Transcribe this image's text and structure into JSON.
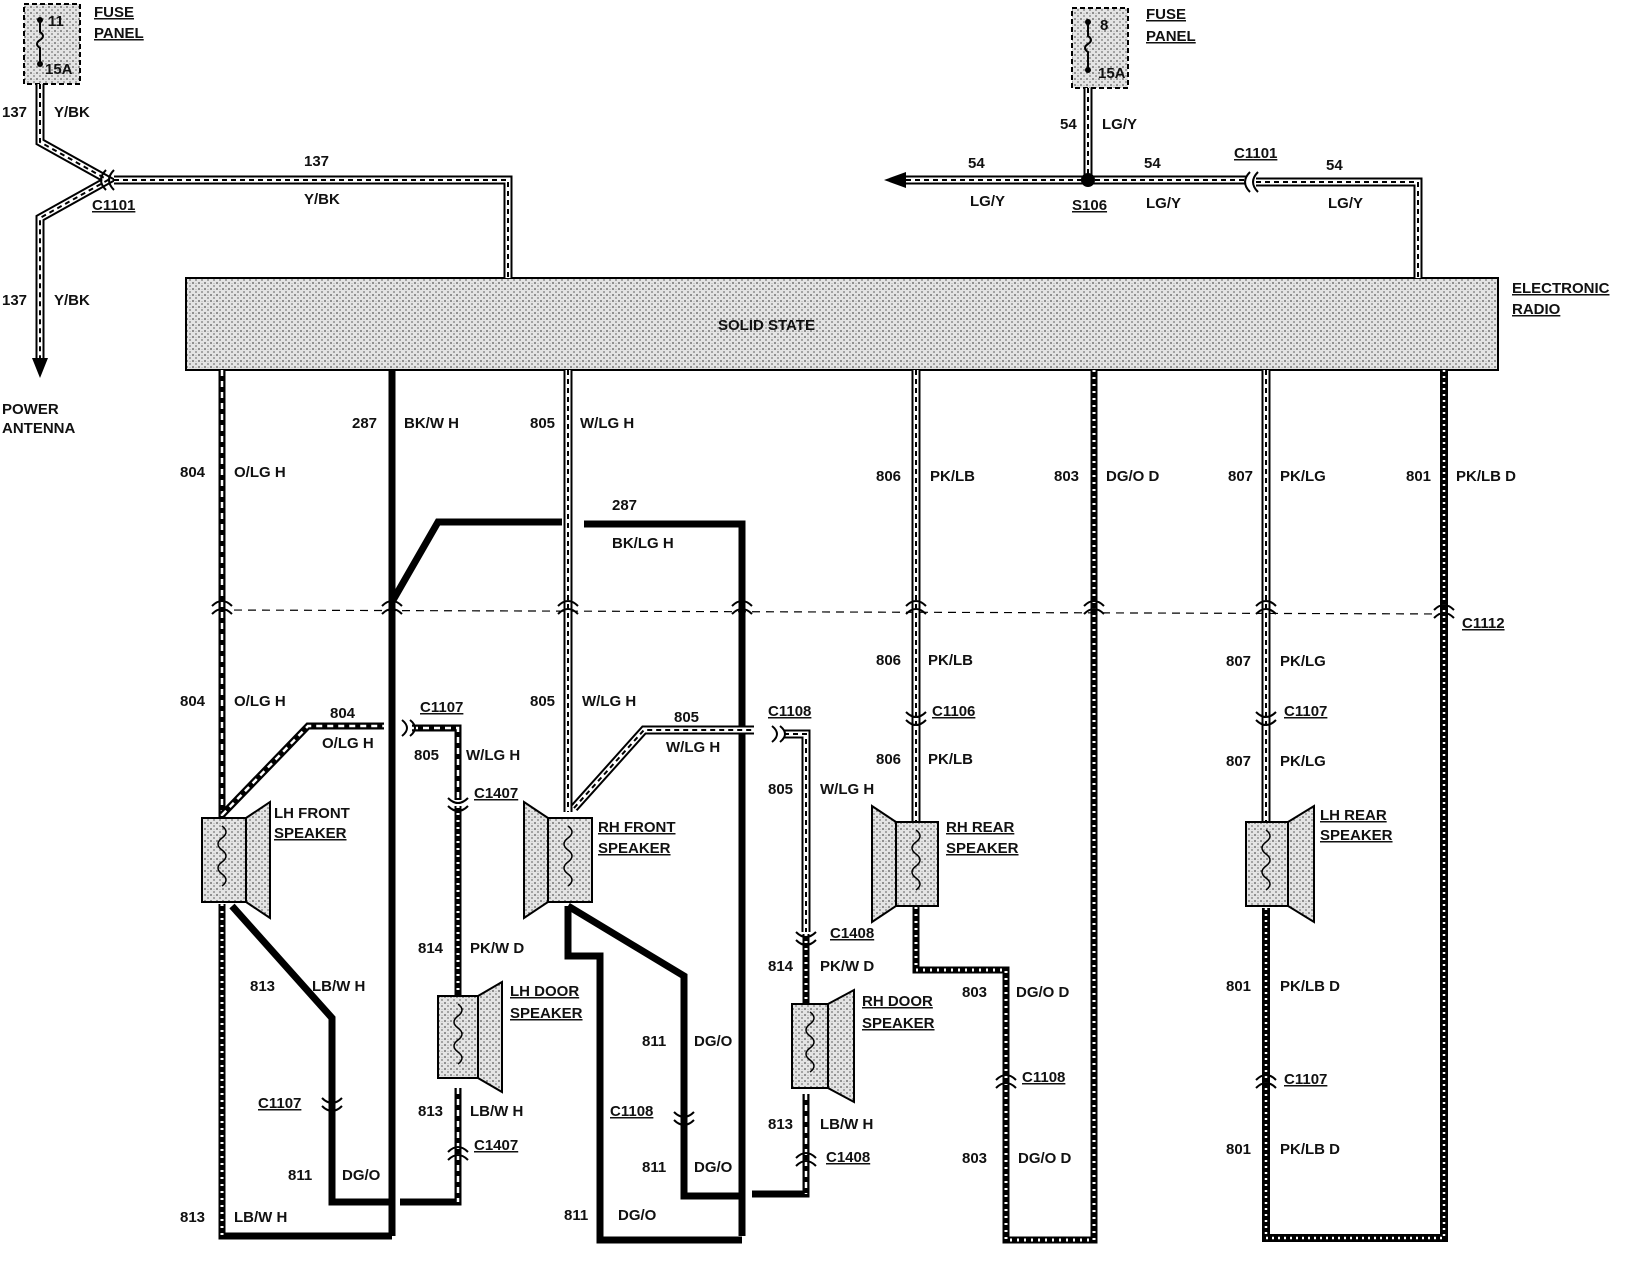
{
  "fuse_left": {
    "title_line1": "FUSE",
    "title_line2": "PANEL",
    "number": "11",
    "rating": "15A"
  },
  "fuse_right": {
    "title_line1": "FUSE",
    "title_line2": "PANEL",
    "number": "8",
    "rating": "15A"
  },
  "radio": {
    "center_label": "SOLID STATE",
    "name_line1": "ELECTRONIC",
    "name_line2": "RADIO"
  },
  "antenna": {
    "line1": "POWER",
    "line2": "ANTENNA"
  },
  "splice": {
    "label": "S106"
  },
  "speakers": {
    "lh_front": {
      "line1": "LH FRONT",
      "line2": "SPEAKER"
    },
    "rh_front": {
      "line1": "RH FRONT",
      "line2": "SPEAKER"
    },
    "rh_rear": {
      "line1": "RH REAR",
      "line2": "SPEAKER"
    },
    "lh_rear": {
      "line1": "LH REAR",
      "line2": "SPEAKER"
    },
    "lh_door": {
      "line1": "LH DOOR",
      "line2": "SPEAKER"
    },
    "rh_door": {
      "line1": "RH DOOR",
      "line2": "SPEAKER"
    }
  },
  "connectors": {
    "c1101_left": "C1101",
    "c1101_right": "C1101",
    "c1112": "C1112",
    "c1107_a": "C1107",
    "c1107_b": "C1107",
    "c1107_c": "C1107",
    "c1107_d": "C1107",
    "c1106": "C1106",
    "c1108_a": "C1108",
    "c1108_b": "C1108",
    "c1108_c": "C1108",
    "c1407_a": "C1407",
    "c1407_b": "C1407",
    "c1408_a": "C1408",
    "c1408_b": "C1408"
  },
  "wires": {
    "w137_top_num": "137",
    "w137_top_col": "Y/BK",
    "w137_mid_num": "137",
    "w137_mid_col": "Y/BK",
    "w137_bot_num": "137",
    "w137_bot_col": "Y/BK",
    "w54_top_num": "54",
    "w54_top_col": "LG/Y",
    "w54_left_num": "54",
    "w54_left_col": "LG/Y",
    "w54_mid_num": "54",
    "w54_mid_col": "LG/Y",
    "w54_right_num": "54",
    "w54_right_col": "LG/Y",
    "w804_a_num": "804",
    "w804_a_col": "O/LG H",
    "w804_b_num": "804",
    "w804_b_col": "O/LG H",
    "w804_c_num": "804",
    "w804_c_col": "O/LG H",
    "w287_a_num": "287",
    "w287_a_col": "BK/W H",
    "w287_b_num": "287",
    "w287_b_col": "BK/LG H",
    "w805_a_num": "805",
    "w805_a_col": "W/LG H",
    "w805_b_num": "805",
    "w805_b_col": "W/LG H",
    "w805_c_num": "805",
    "w805_c_col": "W/LG H",
    "w805_d_num": "805",
    "w805_d_col": "W/LG H",
    "w805_e_num": "805",
    "w805_e_col": "W/LG H",
    "w806_a_num": "806",
    "w806_a_col": "PK/LB",
    "w806_b_num": "806",
    "w806_b_col": "PK/LB",
    "w806_c_num": "806",
    "w806_c_col": "PK/LB",
    "w803_a_num": "803",
    "w803_a_col": "DG/O D",
    "w803_b_num": "803",
    "w803_b_col": "DG/O D",
    "w803_c_num": "803",
    "w803_c_col": "DG/O D",
    "w807_a_num": "807",
    "w807_a_col": "PK/LG",
    "w807_b_num": "807",
    "w807_b_col": "PK/LG",
    "w807_c_num": "807",
    "w807_c_col": "PK/LG",
    "w801_a_num": "801",
    "w801_a_col": "PK/LB D",
    "w801_b_num": "801",
    "w801_b_col": "PK/LB D",
    "w801_c_num": "801",
    "w801_c_col": "PK/LB D",
    "w813_a_num": "813",
    "w813_a_col": "LB/W H",
    "w813_b_num": "813",
    "w813_b_col": "LB/W H",
    "w813_c_num": "813",
    "w813_c_col": "LB/W H",
    "w813_d_num": "813",
    "w813_d_col": "LB/W H",
    "w814_a_num": "814",
    "w814_a_col": "PK/W D",
    "w814_b_num": "814",
    "w814_b_col": "PK/W D",
    "w811_a_num": "811",
    "w811_a_col": "DG/O",
    "w811_b_num": "811",
    "w811_b_col": "DG/O",
    "w811_c_num": "811",
    "w811_c_col": "DG/O",
    "w811_d_num": "811",
    "w811_d_col": "DG/O"
  }
}
